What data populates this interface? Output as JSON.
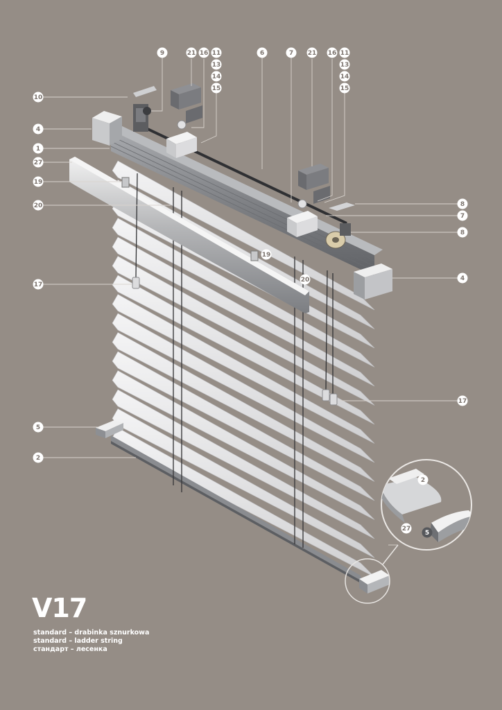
{
  "product": {
    "model": "V17",
    "captions": [
      "standard – drabinka sznurkowa",
      "standard – ladder string",
      "стандарт – лесенка"
    ]
  },
  "callouts": {
    "left": [
      "10",
      "4",
      "1",
      "27",
      "19",
      "20",
      "17",
      "5",
      "2"
    ],
    "top_a": [
      "9",
      "21",
      "16",
      "11",
      "13",
      "14",
      "15",
      "6"
    ],
    "top_b": [
      "7",
      "21",
      "16",
      "11",
      "13",
      "14",
      "15"
    ],
    "right": [
      "8",
      "7",
      "8",
      "4",
      "17"
    ],
    "inline": [
      "19",
      "20"
    ],
    "detail": [
      "2",
      "27",
      "5"
    ]
  },
  "colors": {
    "background": "#958d86",
    "line": "#d9d4cf",
    "slat": "#e9e9ea",
    "rail": "#8d8f93",
    "text": "#ffffff"
  }
}
